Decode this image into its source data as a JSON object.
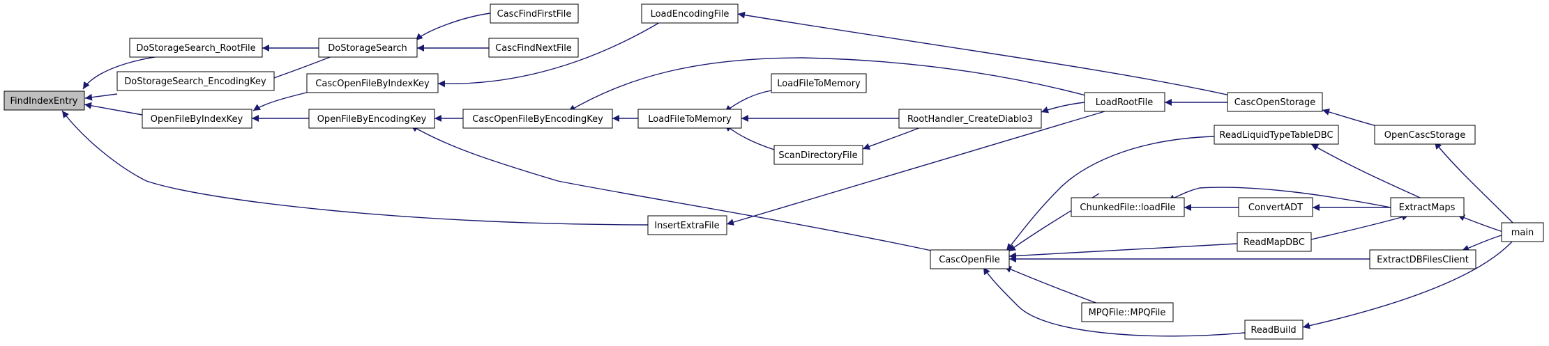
{
  "colors": {
    "edge": "#191970",
    "arrowhead": "#191970",
    "node_fill": "#ffffff",
    "node_highlight_fill": "#bfbfbf",
    "node_border": "#000000",
    "text": "#000000"
  },
  "nodes": {
    "n_findindexentry": "FindIndexEntry",
    "n_dostoragesearch_rootfile": "DoStorageSearch_RootFile",
    "n_dostoragesearch_encodingkey": "DoStorageSearch_EncodingKey",
    "n_openfilebyindexkey": "OpenFileByIndexKey",
    "n_dostoragesearch": "DoStorageSearch",
    "n_casccfindfirstfile": "CascFindFirstFile",
    "n_cascfindnextfile": "CascFindNextFile",
    "n_cascopenfilebyindexkey": "CascOpenFileByIndexKey",
    "n_openfilebyencodingkey": "OpenFileByEncodingKey",
    "n_cascopenfilebyencodingkey": "CascOpenFileByEncodingKey",
    "n_loadencodingfile": "LoadEncodingFile",
    "n_loadfiletomemory_a": "LoadFileToMemory",
    "n_loadfiletomemory_b": "LoadFileToMemory",
    "n_scandirectoryfile": "ScanDirectoryFile",
    "n_roothandler_creatediablo3": "RootHandler_CreateDiablo3",
    "n_loadrootfile": "LoadRootFile",
    "n_cascopenstorage": "CascOpenStorage",
    "n_opencascstorage": "OpenCascStorage",
    "n_insertextrafile": "InsertExtraFile",
    "n_cascopenfile": "CascOpenFile",
    "n_readliquidtypetabledbc": "ReadLiquidTypeTableDBC",
    "n_chunkedfile_loadfile": "ChunkedFile::loadFile",
    "n_convertadt": "ConvertADT",
    "n_extractmaps": "ExtractMaps",
    "n_readmapdbc": "ReadMapDBC",
    "n_extractdbfilesclient": "ExtractDBFilesClient",
    "n_mpqfile_mpqfile": "MPQFile::MPQFile",
    "n_readbuild": "ReadBuild",
    "n_main": "main"
  }
}
